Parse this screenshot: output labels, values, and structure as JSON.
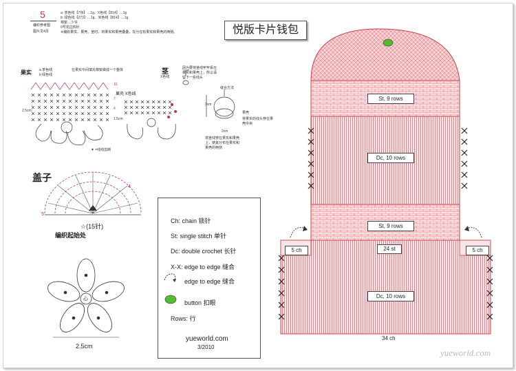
{
  "title": "悦版卡片钱包",
  "header": {
    "number": "5",
    "sub1": "编织参考图",
    "sub2": "图片见4页",
    "materials": [
      "a: 茶色线【7块】…1g、X色线【814】…1g",
      "b: 绿色线【273】…1g、米色线【814】…1g",
      "棉絮…少许",
      "0号花边钩针",
      "※编织果实、果壳、茎时，将果实和果壳叠叠，充分在有果实和果壳的两侧。"
    ]
  },
  "fruit": {
    "title": "果实",
    "colors": [
      "a 茶色线",
      "b 绿色线"
    ],
    "note_top": "在果实中间填充棉絮做成一个整体",
    "size": "2.5cm",
    "cut_note": "▼ =线线剪断",
    "round_labels": [
      "10",
      "7",
      "4"
    ],
    "shell_title": "果壳 X色线",
    "shell_size": "1.5cm"
  },
  "stem": {
    "title": "茎",
    "color": "X色线",
    "note": "因为要将茎线牢牢系在果实和果壳上，所以请留下一些线头",
    "method_title": "缝合方法",
    "h": "3cm",
    "w": "2cm",
    "shell_label": "果壳",
    "shell_note": "将果实的线头穿在果壳中央",
    "note2": "将茎线穿在果实和果壳上，使其分布在果实和果壳的两侧"
  },
  "lid": {
    "title": "盖子",
    "count": "☆(15针)",
    "start": "编织起始处",
    "labels": [
      "5",
      "4"
    ]
  },
  "flower": {
    "size": "2.5cm",
    "center": "心"
  },
  "legend": {
    "items": [
      {
        "key": "ch",
        "text": "Ch: chain 锁针"
      },
      {
        "key": "st",
        "text": "St: single stitch 单针"
      },
      {
        "key": "dc",
        "text": "Dc: double crochet 长针"
      },
      {
        "key": "xx",
        "text": "X-X: edge to edge 缝合"
      },
      {
        "key": "arc",
        "text": "edge to edge 缝合"
      },
      {
        "key": "btn",
        "text": "button 扣眼"
      },
      {
        "key": "rows",
        "text": "Rows: 行"
      }
    ],
    "site": "yueworld.com",
    "date": "3/2010"
  },
  "pattern": {
    "labels": {
      "st_top": "St, 9 rows",
      "dc_mid": "Dc, 10 rows",
      "st_mid": "St, 9 rows",
      "left5": "5 ch",
      "st24": "24 st",
      "right5": "5 ch",
      "dc_bot": "Dc, 10 rows",
      "ch34": "34 ch"
    },
    "colors": {
      "red": "#e8848a",
      "dark": "#c84040",
      "button": "#55bb33"
    }
  },
  "watermark": "yueworld.com"
}
